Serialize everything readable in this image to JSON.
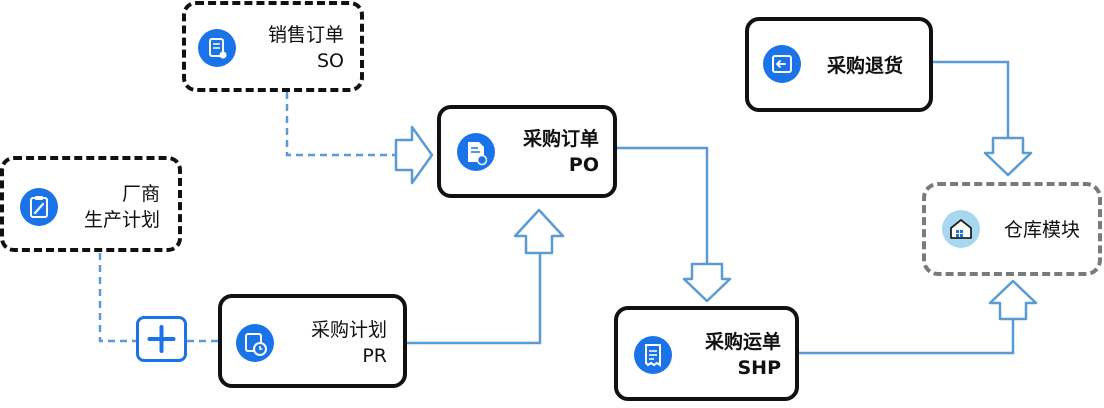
{
  "nodes": {
    "sales_order": {
      "line1": "销售订单",
      "line2": "SO"
    },
    "vendor_production": {
      "line1": "厂商",
      "line2": "生产计划"
    },
    "purchase_plan": {
      "line1": "采购计划",
      "line2": "PR"
    },
    "purchase_order": {
      "line1": "采购订单",
      "line2": "PO"
    },
    "purchase_shipment": {
      "line1": "采购运单",
      "line2": "SHP"
    },
    "purchase_return": {
      "line1": "采购退货"
    },
    "warehouse": {
      "line1": "仓库模块"
    }
  },
  "plus_symbol": "+",
  "colors": {
    "accent": "#1a73e8",
    "line": "#5b9bd5",
    "border": "#111111",
    "gray_border": "#7a7a7a"
  }
}
